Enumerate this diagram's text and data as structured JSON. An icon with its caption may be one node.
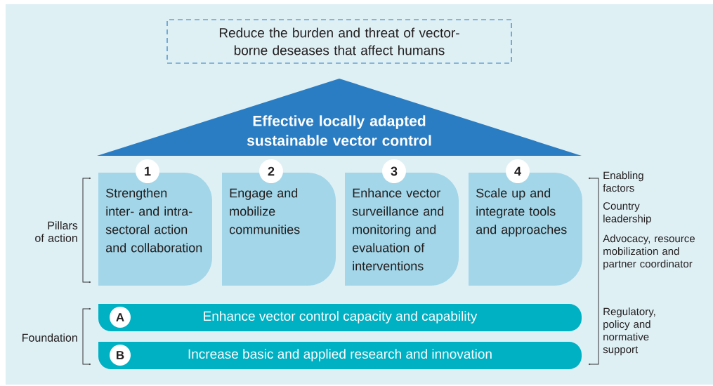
{
  "diagram": {
    "nodes": [
      {
        "text": [
          "Reduce the burden and threat of vector-borne deseases that affect humans"
        ]
      },
      {
        "text": [
          "Effective locally adapted sustainable vector control"
        ]
      },
      {
        "text": [
          "1",
          "Strengthen inter- and intra- sectoral action and collaboration"
        ]
      },
      {
        "text": [
          "2",
          "Engage and mobilize communities"
        ]
      },
      {
        "text": [
          "3",
          "Enhance vector surveillance and monitoring and evaluation of interventions"
        ]
      },
      {
        "text": [
          "4",
          "Scale up and integrate tools and approaches"
        ]
      },
      {
        "text": [
          "A",
          "Enhance vector control capacity and capability"
        ]
      },
      {
        "text": [
          "B",
          "Increase basic and applied research and innovation"
        ]
      }
    ],
    "labels": [
      "Pillars of action",
      "Foundation",
      "Enabling factors",
      "Country leadership",
      "Advocacy, resource mobilization and partner coordinator",
      "Regulatory, policy and normative support"
    ]
  }
}
